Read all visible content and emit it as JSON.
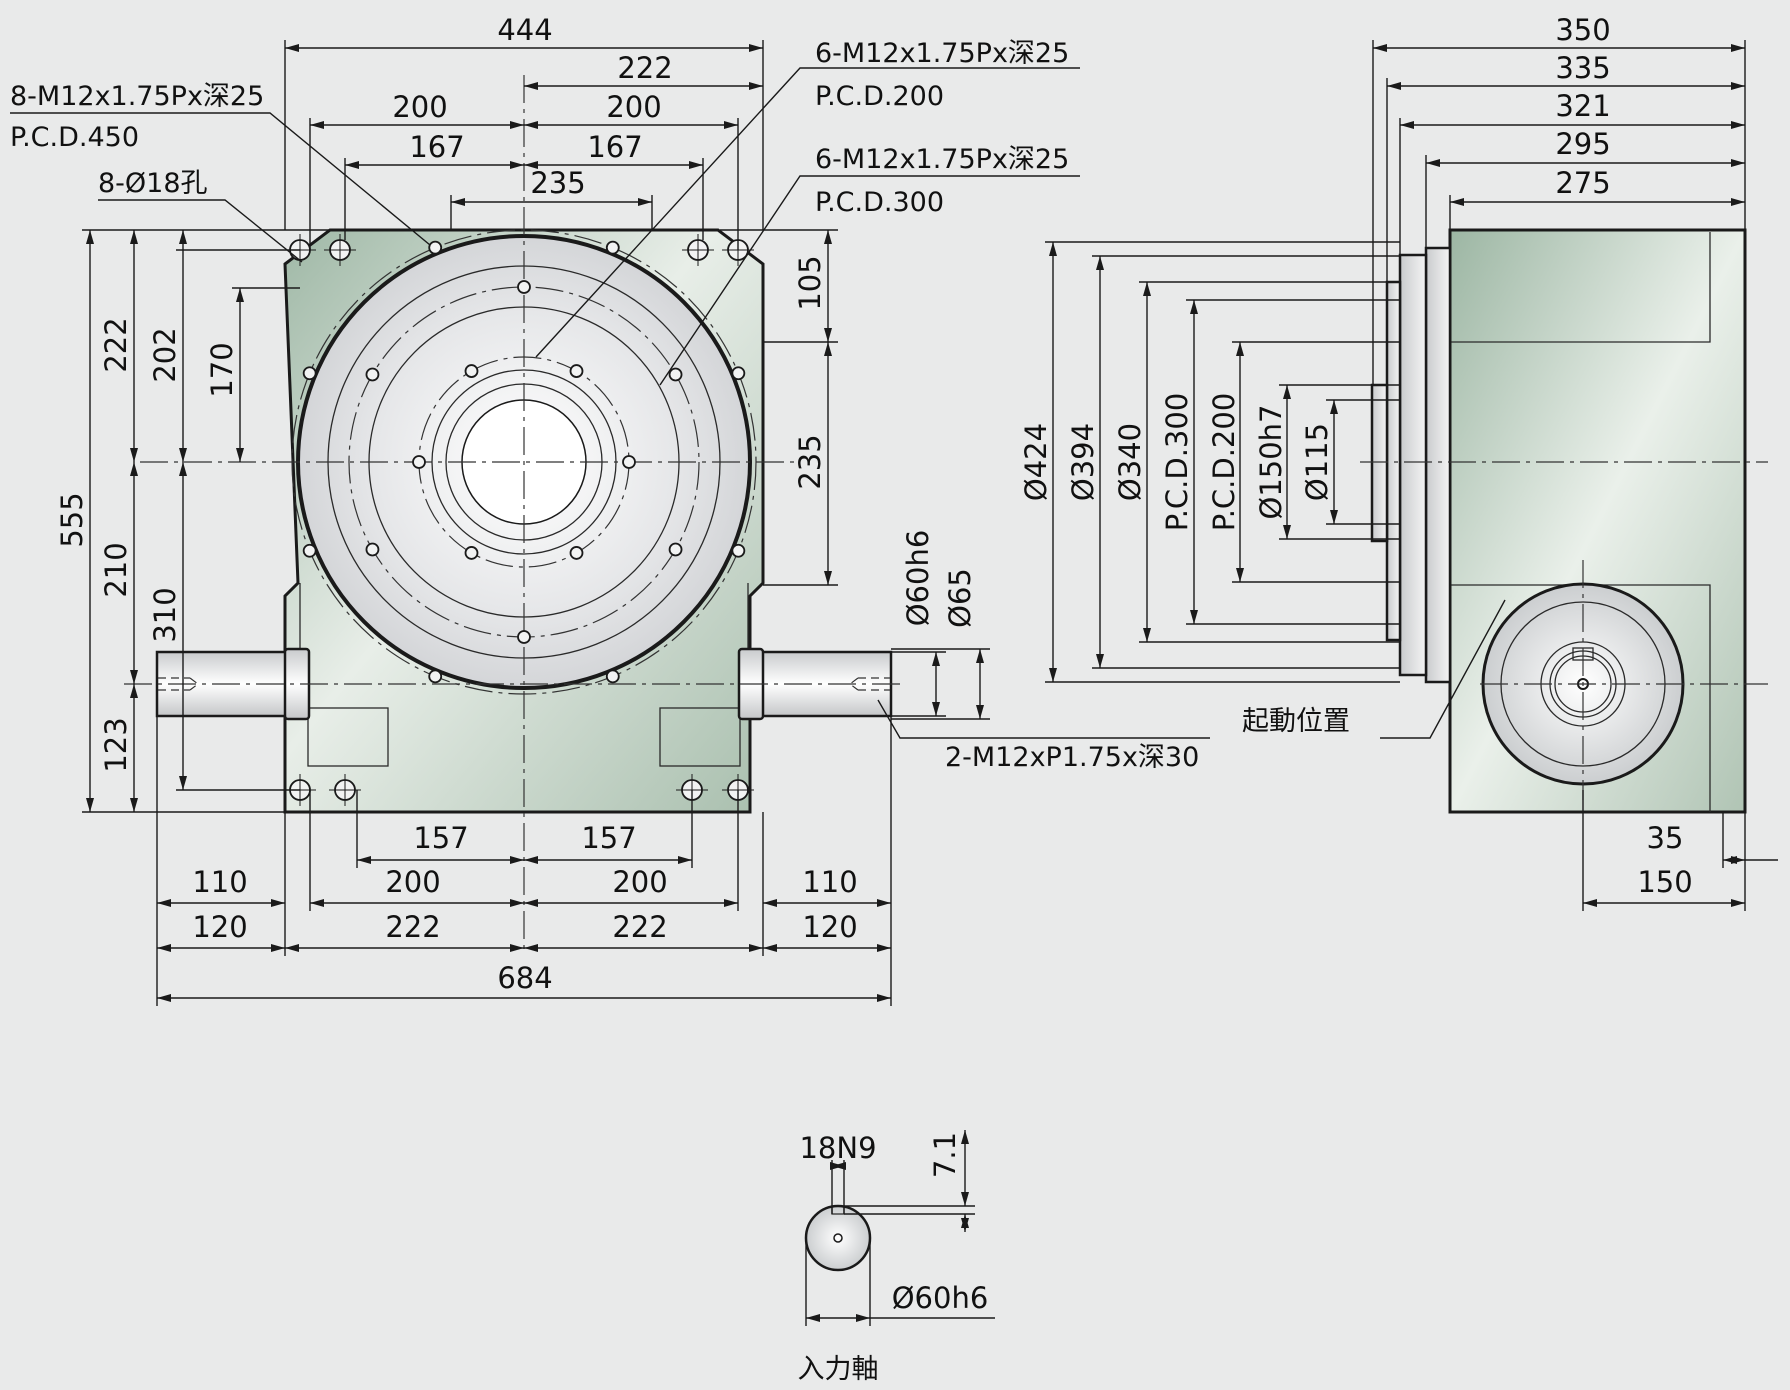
{
  "front_view": {
    "overall_width": "444",
    "half_width": "222",
    "top_200_left": "200",
    "top_200_right": "200",
    "top_167_left": "167",
    "top_167_right": "167",
    "top_235": "235",
    "callout_pcd450_thread": "8-M12x1.75Px深25",
    "callout_pcd450": "P.C.D.450",
    "callout_holes": "8-Ø18孔",
    "callout_pcd200_thread": "6-M12x1.75Px深25",
    "callout_pcd200": "P.C.D.200",
    "callout_pcd300_thread": "6-M12x1.75Px深25",
    "callout_pcd300": "P.C.D.300",
    "callout_shaft_thread": "2-M12xP1.75x深30",
    "left_555": "555",
    "left_222": "222",
    "left_202": "202",
    "left_170": "170",
    "left_210": "210",
    "left_310": "310",
    "left_123": "123",
    "right_105": "105",
    "right_235": "235",
    "shaft_dia": "Ø60h6",
    "shaft_shoulder": "Ø65",
    "bottom_157_left": "157",
    "bottom_157_right": "157",
    "bottom_200_left": "200",
    "bottom_200_right": "200",
    "bottom_110_left": "110",
    "bottom_110_right": "110",
    "bottom_120_left": "120",
    "bottom_120_right": "120",
    "bottom_222_left": "222",
    "bottom_222_right": "222",
    "overall_684": "684"
  },
  "side_view": {
    "w350": "350",
    "w335": "335",
    "w321": "321",
    "w295": "295",
    "w275": "275",
    "d424": "Ø424",
    "d394": "Ø394",
    "d340": "Ø340",
    "pcd300": "P.C.D.300",
    "pcd200": "P.C.D.200",
    "d150": "Ø150h7",
    "d115": "Ø115",
    "start_position": "起動位置",
    "dim35": "35",
    "dim150": "150"
  },
  "input_shaft": {
    "keyway": "18N9",
    "depth": "7.1",
    "diameter": "Ø60h6",
    "title": "入力軸"
  },
  "colors": {
    "body_green_dark": "#9fb8a6",
    "body_green_light": "#e6ece6",
    "table_gray": "#d6d8da",
    "line": "#1a1a1a",
    "background": "#e9eaea"
  }
}
